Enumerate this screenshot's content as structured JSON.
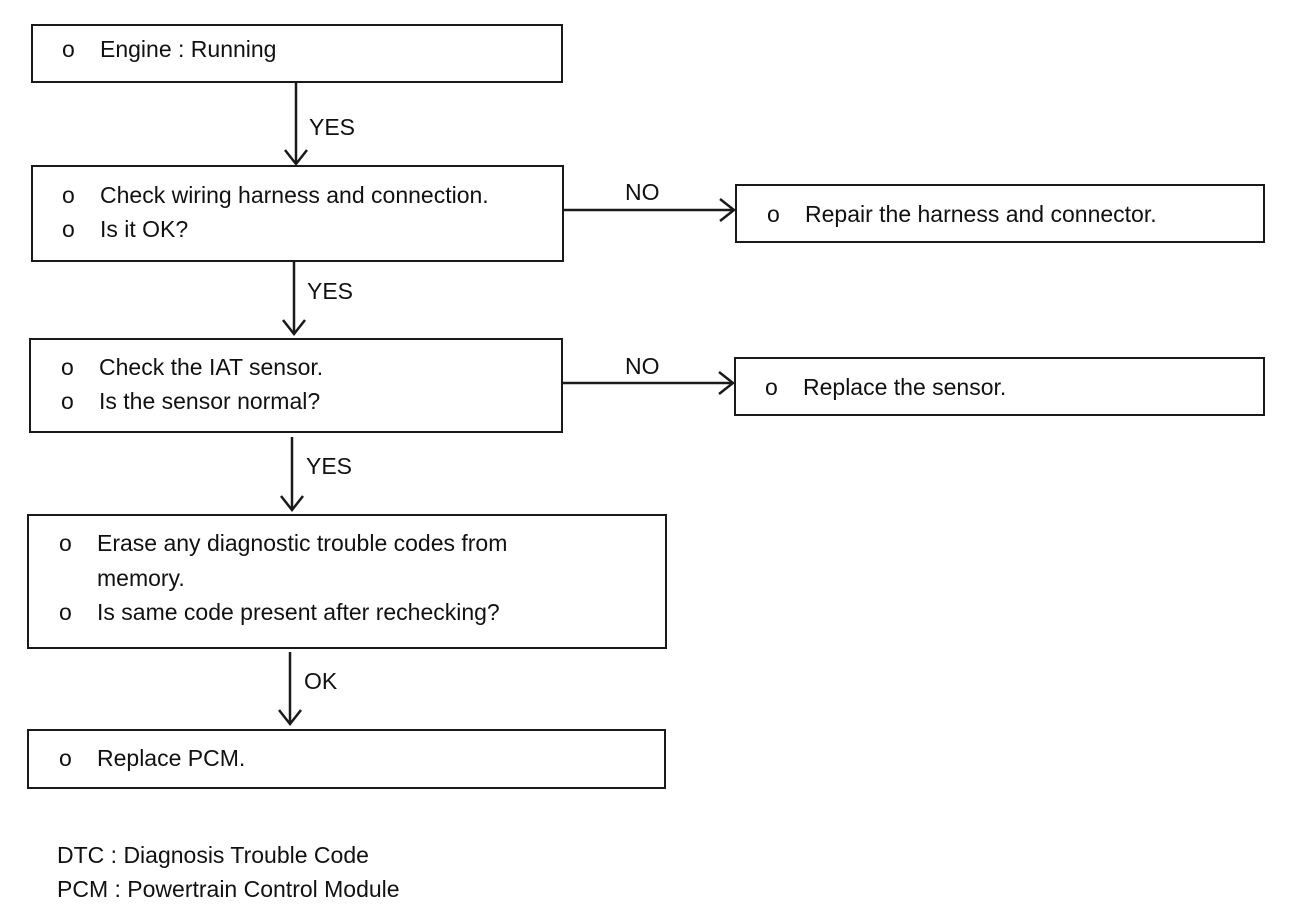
{
  "steps": {
    "engine": {
      "bullet": "o",
      "line1": "Engine : Running"
    },
    "wiring": {
      "bullet1": "o",
      "line1": "Check wiring harness and connection.",
      "bullet2": "o",
      "line2": "Is it OK?"
    },
    "iat": {
      "bullet1": "o",
      "line1": "Check the IAT sensor.",
      "bullet2": "o",
      "line2": "Is the sensor normal?"
    },
    "erase": {
      "bullet1": "o",
      "line1": "Erase any diagnostic trouble codes from",
      "line1b": "memory.",
      "bullet2": "o",
      "line2": "Is same code present after rechecking?"
    },
    "pcm": {
      "bullet": "o",
      "line1": "Replace PCM."
    }
  },
  "side_actions": {
    "repair_harness": {
      "bullet": "o",
      "text": "Repair the harness and connector."
    },
    "replace_sensor": {
      "bullet": "o",
      "text": "Replace the sensor."
    }
  },
  "edge_labels": {
    "engine_to_wiring": "YES",
    "wiring_to_iat": "YES",
    "iat_to_erase": "YES",
    "erase_to_pcm": "OK",
    "wiring_to_repair": "NO",
    "iat_to_replace": "NO"
  },
  "legend": [
    "DTC : Diagnosis Trouble Code",
    "PCM : Powertrain Control Module"
  ]
}
